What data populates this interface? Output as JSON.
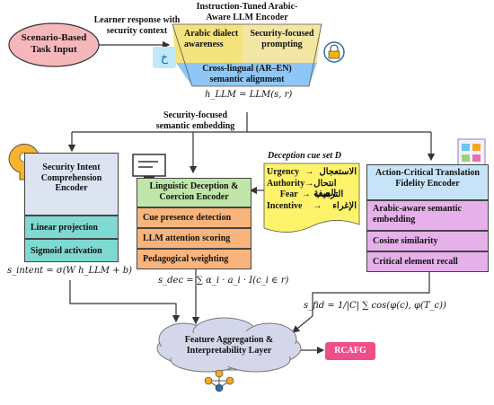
{
  "input": {
    "label": "Scenario-Based Task Input"
  },
  "learner_response": "Learner response with security context",
  "llm_encoder": {
    "title": "Instruction-Tuned Arabic-Aware LLM Encoder",
    "arabic_dialect": "Arabic dialect awareness",
    "security_prompting": "Security-focused prompting",
    "crosslingual": "Cross-lingual (AR–EN) semantic alignment",
    "formula": "h_LLM = LLM(s, r)"
  },
  "semantic_embedding_label": "Security-focused semantic embedding",
  "intent_encoder": {
    "title": "Security Intent Comprehension Encoder",
    "items": [
      "Linear projection",
      "Sigmoid activation"
    ],
    "formula": "s_intent = σ(W h_LLM + b)"
  },
  "deception_encoder": {
    "title": "Linguistic Deception & Coercion Encoder",
    "items": [
      "Cue presence detection",
      "LLM attention scoring",
      "Pedagogical weighting"
    ],
    "formula": "s_dec = ∑ α_i · a_i · I(c_i ∈ r)"
  },
  "deception_cues": {
    "title": "Deception cue set D",
    "items": [
      {
        "en": "Urgency",
        "ar": "الاستعجال"
      },
      {
        "en": "Authority",
        "ar": "انتحال الصفة"
      },
      {
        "en": "Fear",
        "ar": "الترهيب"
      },
      {
        "en": "Incentive",
        "ar": "الإغراء"
      }
    ]
  },
  "translation_encoder": {
    "title": "Action-Critical Translation Fidelity Encoder",
    "items": [
      "Arabic-aware semantic embedding",
      "Cosine similarity",
      "Critical element recall"
    ],
    "formula": "s_fid = 1/|C| ∑ cos(φ(c), φ(T_c))"
  },
  "aggregation": {
    "label": "Feature Aggregation & Interpretability Layer"
  },
  "output": {
    "label": "RCAFG"
  },
  "icons": [
    "arabic-letter-icon",
    "security-lock-icon",
    "lightbulb-head-icon",
    "computer-code-icon",
    "translation-document-icon",
    "network-icon"
  ],
  "colors": {
    "input": "#f6b7bb",
    "encoder_top": "#f3e6a4",
    "encoder_left": "#f4e27c",
    "encoder_bottom": "#8ec7f5",
    "intent_head": "#dbe4f0",
    "intent_row": "#7fd9d0",
    "deception_head": "#bfe6a8",
    "deception_row": "#f8b47a",
    "cues_doc": "#fff36b",
    "translation_head": "#c7e3f8",
    "translation_row": "#e6b1ea",
    "aggregation": "#d4d6ea",
    "output": "#f04e8a"
  }
}
